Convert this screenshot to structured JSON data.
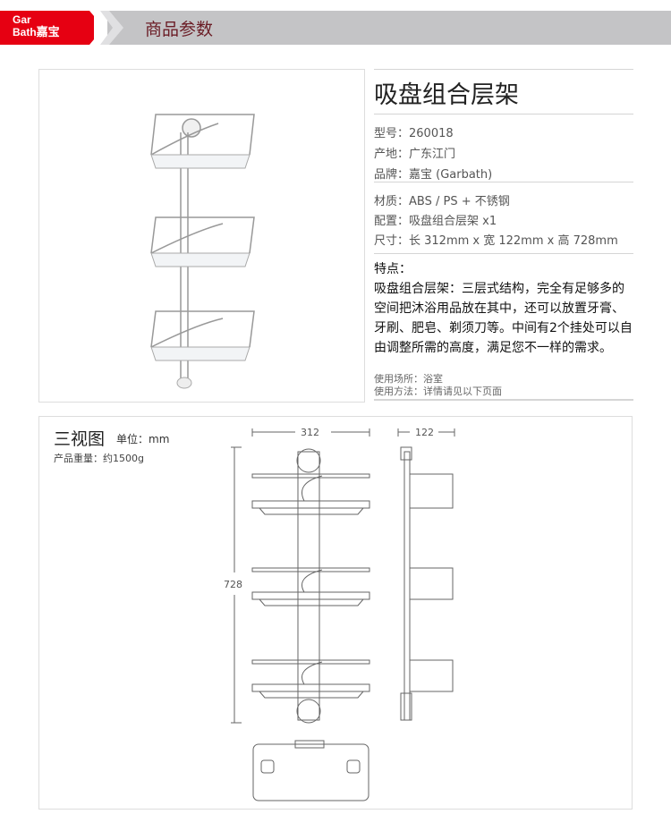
{
  "header": {
    "logo_en_1": "Gar",
    "logo_en_2": "Bath",
    "logo_cn": "嘉宝",
    "title": "商品参数"
  },
  "product": {
    "title": "吸盘组合层架",
    "specs1": [
      "型号：260018",
      "产地：广东江门",
      "品牌：嘉宝 (Garbath)"
    ],
    "specs2": [
      "材质：ABS / PS + 不锈钢",
      "配置：吸盘组合层架 x1",
      "尺寸：长 312mm x 宽 122mm x 高 728mm"
    ],
    "features_label": "特点：",
    "features_lines": [
      "吸盘组合层架：三层式结构，完全有足够多的",
      "空间把沐浴用品放在其中，还可以放置牙膏、",
      "牙刷、肥皂、剃须刀等。中间有2个挂处可以自",
      "由调整所需的高度，满足您不一样的需求。"
    ],
    "usage_place": "使用场所：浴室",
    "usage_method": "使用方法：详情请见以下页面"
  },
  "views": {
    "title": "三视图",
    "unit": "单位：mm",
    "weight": "产品重量：约1500g",
    "width_dim": "312",
    "depth_dim": "122",
    "height_dim": "728"
  },
  "colors": {
    "accent": "#e60012",
    "header_gray": "#c4c4c6",
    "header_text": "#6b1d26"
  }
}
